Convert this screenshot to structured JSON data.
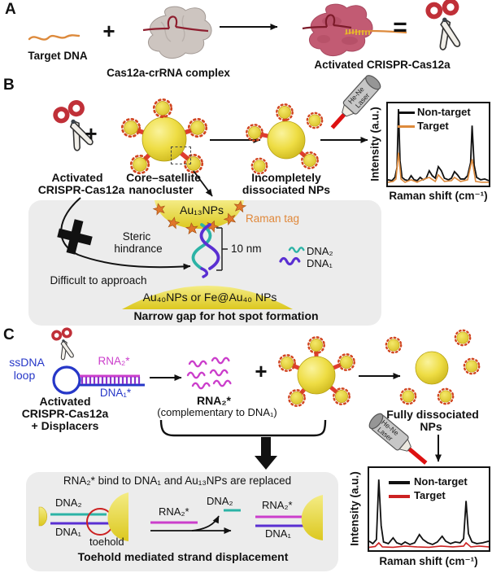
{
  "figure": {
    "colors": {
      "gold_np": "#e6d22f",
      "connector_red": "#e03c30",
      "raman_tag_orange": "#e0883a",
      "rna_magenta": "#cb3ecb",
      "dna1_purple": "#5a2fd2",
      "dna2_teal": "#2cb3a6",
      "dna_blue": "#2637c8",
      "crrna_dark_red": "#8e1f2f",
      "panel_box_gray": "#ececec"
    },
    "panel_a": {
      "letter": "A",
      "plus": "+",
      "equals": "=",
      "target_dna": "Target DNA",
      "complex": "Cas12a-crRNA complex",
      "activated": "Activated CRISPR-Cas12a"
    },
    "panel_b": {
      "letter": "B",
      "plus": "+",
      "activated_l1": "Activated",
      "activated_l2": "CRISPR-Cas12a",
      "cluster_l1": "Core–satellite",
      "cluster_l2": "nanocluster",
      "incomplete_l1": "Incompletely",
      "incomplete_l2": "dissociated NPs",
      "laser_l1": "He-Ne",
      "laser_l2": "Laser",
      "box": {
        "au13": "Au₁₃NPs",
        "raman_tag": "Raman tag",
        "steric_l1": "Steric",
        "steric_l2": "hindrance",
        "distance": "10 nm",
        "dna2": "DNA₂",
        "dna1": "DNA₁",
        "difficult": "Difficult to approach",
        "au40": "Au₄₀NPs or Fe@Au₄₀ NPs",
        "caption": "Narrow gap for hot spot formation"
      }
    },
    "panel_c": {
      "letter": "C",
      "plus": "+",
      "ssdna_l1": "ssDNA",
      "ssdna_l2": "loop",
      "rna2_duplex": "RNA₂*",
      "dna1_duplex": "DNA₁*",
      "activated_l1": "Activated",
      "activated_l2": "CRISPR-Cas12a",
      "activated_l3": "+ Displacers",
      "rna2_release": "RNA₂*",
      "complementary": "(complementary to DNA₁)",
      "fully_l1": "Fully dissociated",
      "fully_l2": "NPs",
      "laser_l1": "He-Ne",
      "laser_l2": "Laser",
      "box": {
        "title": "RNA₂* bind to DNA₁ and Au₁₃NPs are replaced",
        "dna2_left": "DNA₂",
        "dna1_left": "DNA₁",
        "toehold": "toehold",
        "rna2_mid": "RNA₂*",
        "dna2_mid": "DNA₂",
        "rna2_right": "RNA₂*",
        "dna1_right": "DNA₁",
        "caption": "Toehold mediated strand displacement"
      }
    }
  },
  "chart_data": [
    {
      "id": "spectrum_b",
      "type": "line",
      "xlabel": "Raman shift (cm⁻¹)",
      "ylabel": "Intensity (a.u.)",
      "x_range": [
        0,
        1
      ],
      "y_range": [
        0,
        1
      ],
      "grid": false,
      "legend_position": "top-right",
      "series": [
        {
          "name": "Non-target",
          "color": "#111111",
          "points": [
            [
              0,
              0.07
            ],
            [
              0.04,
              0.06
            ],
            [
              0.07,
              0.1
            ],
            [
              0.09,
              0.22
            ],
            [
              0.105,
              0.93
            ],
            [
              0.12,
              0.3
            ],
            [
              0.14,
              0.1
            ],
            [
              0.17,
              0.07
            ],
            [
              0.2,
              0.06
            ],
            [
              0.23,
              0.12
            ],
            [
              0.26,
              0.07
            ],
            [
              0.29,
              0.06
            ],
            [
              0.32,
              0.1
            ],
            [
              0.35,
              0.07
            ],
            [
              0.38,
              0.09
            ],
            [
              0.41,
              0.18
            ],
            [
              0.44,
              0.12
            ],
            [
              0.47,
              0.09
            ],
            [
              0.5,
              0.23
            ],
            [
              0.53,
              0.18
            ],
            [
              0.56,
              0.09
            ],
            [
              0.6,
              0.07
            ],
            [
              0.63,
              0.09
            ],
            [
              0.66,
              0.17
            ],
            [
              0.69,
              0.13
            ],
            [
              0.72,
              0.08
            ],
            [
              0.76,
              0.08
            ],
            [
              0.79,
              0.12
            ],
            [
              0.82,
              0.28
            ],
            [
              0.835,
              0.73
            ],
            [
              0.855,
              0.25
            ],
            [
              0.88,
              0.1
            ],
            [
              0.92,
              0.07
            ],
            [
              0.96,
              0.08
            ],
            [
              1,
              0.06
            ]
          ]
        },
        {
          "name": "Target",
          "color": "#dd8a3c",
          "points": [
            [
              0,
              0.04
            ],
            [
              0.05,
              0.05
            ],
            [
              0.08,
              0.08
            ],
            [
              0.105,
              0.4
            ],
            [
              0.13,
              0.08
            ],
            [
              0.17,
              0.04
            ],
            [
              0.23,
              0.07
            ],
            [
              0.29,
              0.04
            ],
            [
              0.32,
              0.06
            ],
            [
              0.41,
              0.1
            ],
            [
              0.47,
              0.05
            ],
            [
              0.5,
              0.13
            ],
            [
              0.56,
              0.05
            ],
            [
              0.63,
              0.06
            ],
            [
              0.66,
              0.1
            ],
            [
              0.72,
              0.05
            ],
            [
              0.79,
              0.07
            ],
            [
              0.835,
              0.32
            ],
            [
              0.87,
              0.05
            ],
            [
              0.93,
              0.04
            ],
            [
              1,
              0.04
            ]
          ]
        }
      ]
    },
    {
      "id": "spectrum_c",
      "type": "line",
      "xlabel": "Raman shift (cm⁻¹)",
      "ylabel": "Intensity (a.u.)",
      "x_range": [
        0,
        1
      ],
      "y_range": [
        0,
        1
      ],
      "grid": false,
      "legend_position": "top-right",
      "series": [
        {
          "name": "Non-target",
          "color": "#111111",
          "points": [
            [
              0,
              0.11
            ],
            [
              0.03,
              0.08
            ],
            [
              0.06,
              0.13
            ],
            [
              0.08,
              0.86
            ],
            [
              0.1,
              0.3
            ],
            [
              0.12,
              0.1
            ],
            [
              0.16,
              0.08
            ],
            [
              0.2,
              0.15
            ],
            [
              0.23,
              0.09
            ],
            [
              0.27,
              0.07
            ],
            [
              0.3,
              0.1
            ],
            [
              0.34,
              0.07
            ],
            [
              0.38,
              0.09
            ],
            [
              0.42,
              0.19
            ],
            [
              0.45,
              0.13
            ],
            [
              0.49,
              0.09
            ],
            [
              0.53,
              0.07
            ],
            [
              0.57,
              0.1
            ],
            [
              0.61,
              0.17
            ],
            [
              0.64,
              0.11
            ],
            [
              0.68,
              0.08
            ],
            [
              0.72,
              0.1
            ],
            [
              0.76,
              0.09
            ],
            [
              0.79,
              0.14
            ],
            [
              0.81,
              0.6
            ],
            [
              0.83,
              0.2
            ],
            [
              0.86,
              0.1
            ],
            [
              0.9,
              0.08
            ],
            [
              0.95,
              0.09
            ],
            [
              1,
              0.11
            ]
          ]
        },
        {
          "name": "Target",
          "color": "#cc2222",
          "points": [
            [
              0,
              0.035
            ],
            [
              0.05,
              0.045
            ],
            [
              0.08,
              0.09
            ],
            [
              0.11,
              0.04
            ],
            [
              0.2,
              0.035
            ],
            [
              0.3,
              0.05
            ],
            [
              0.4,
              0.04
            ],
            [
              0.5,
              0.035
            ],
            [
              0.6,
              0.05
            ],
            [
              0.7,
              0.04
            ],
            [
              0.79,
              0.05
            ],
            [
              0.81,
              0.09
            ],
            [
              0.85,
              0.04
            ],
            [
              0.92,
              0.05
            ],
            [
              1,
              0.04
            ]
          ]
        }
      ]
    }
  ]
}
